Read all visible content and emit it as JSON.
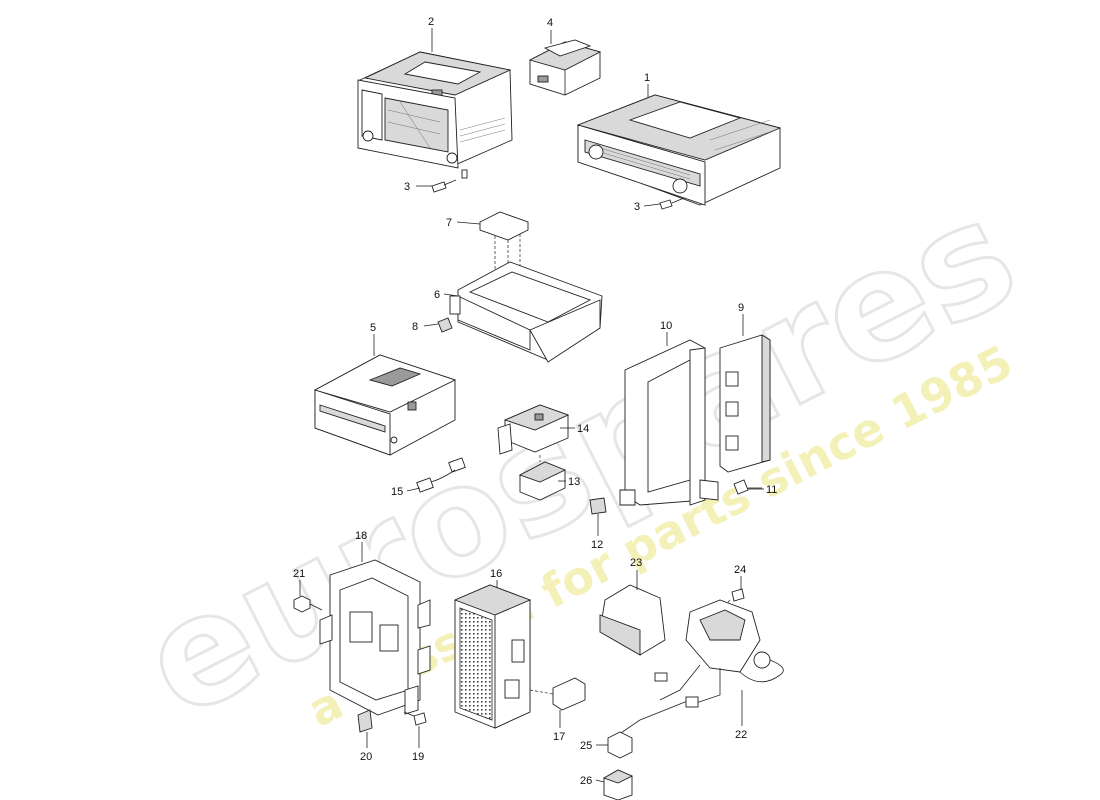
{
  "watermark": {
    "brand": "eurospares",
    "tagline": "a passion for parts since 1985"
  },
  "callouts": [
    "1",
    "2",
    "3",
    "3",
    "4",
    "5",
    "6",
    "7",
    "8",
    "9",
    "10",
    "11",
    "12",
    "13",
    "14",
    "15",
    "16",
    "17",
    "18",
    "19",
    "20",
    "21",
    "22",
    "23",
    "24",
    "25",
    "26"
  ]
}
